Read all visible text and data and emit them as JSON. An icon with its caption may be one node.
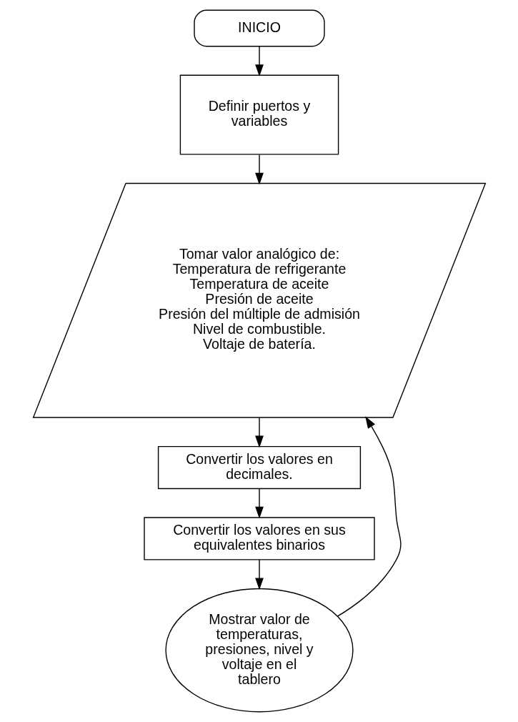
{
  "diagram": {
    "nodes": [
      {
        "text": [
          "INICIO"
        ]
      },
      {
        "text": [
          "Definir puertos y variables"
        ]
      },
      {
        "text": [
          "Tomar valor analógico de:",
          "Temperatura de refrigerante",
          "Temperatura de aceite",
          "Presión de aceite",
          "Presión del múltiple de admisión",
          "Nivel de combustible.",
          "Voltaje de batería."
        ]
      },
      {
        "text": [
          "Convertir los valores en decimales."
        ]
      },
      {
        "text": [
          "Convertir los valores en sus equivalentes binarios"
        ]
      },
      {
        "text": [
          "Mostrar valor de temperaturas, presiones, nivel y voltaje en el tablero"
        ]
      }
    ],
    "edges": [
      {
        "from": 0,
        "to": 1,
        "arrow": "to"
      },
      {
        "from": 1,
        "to": 2,
        "arrow": "to"
      },
      {
        "from": 2,
        "to": 3,
        "arrow": "to"
      },
      {
        "from": 3,
        "to": 4,
        "arrow": "to"
      },
      {
        "from": 4,
        "to": 5,
        "arrow": "to"
      },
      {
        "from": 5,
        "to": 2,
        "arrow": "to"
      }
    ]
  }
}
